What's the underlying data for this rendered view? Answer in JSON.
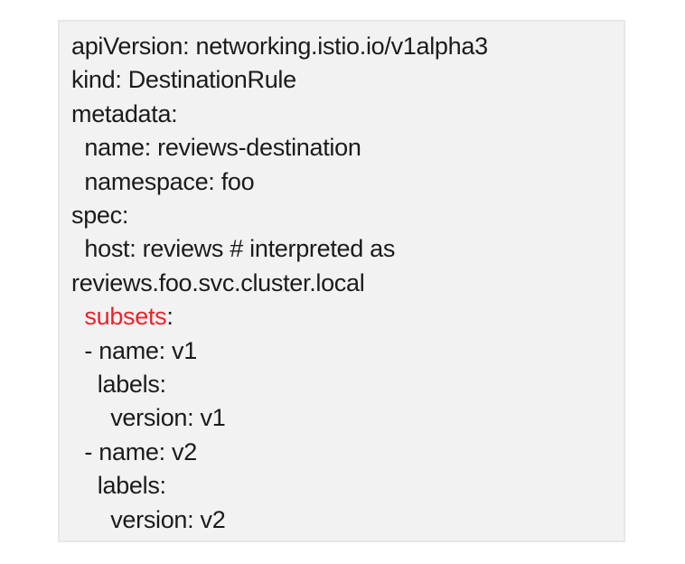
{
  "page": {
    "background": "#ffffff"
  },
  "code_box": {
    "language": "yaml",
    "background": "#f2f2f2",
    "border_color": "#e7e7e7",
    "text_color": "#1b1b1b",
    "highlight_color": "#e8242b",
    "lines": [
      {
        "segments": [
          {
            "text": "apiVersion: networking.istio.io/v1alpha3",
            "color": "default"
          }
        ]
      },
      {
        "segments": [
          {
            "text": "kind: DestinationRule",
            "color": "default"
          }
        ]
      },
      {
        "segments": [
          {
            "text": "metadata:",
            "color": "default"
          }
        ]
      },
      {
        "segments": [
          {
            "text": "  name: reviews-destination",
            "color": "default"
          }
        ]
      },
      {
        "segments": [
          {
            "text": "  namespace: foo",
            "color": "default"
          }
        ]
      },
      {
        "segments": [
          {
            "text": "spec:",
            "color": "default"
          }
        ]
      },
      {
        "segments": [
          {
            "text": "  host: reviews # interpreted as",
            "color": "default"
          }
        ]
      },
      {
        "segments": [
          {
            "text": "reviews.foo.svc.cluster.local",
            "color": "default"
          }
        ]
      },
      {
        "segments": [
          {
            "text": "  ",
            "color": "default"
          },
          {
            "text": "subsets",
            "color": "highlight"
          },
          {
            "text": ":",
            "color": "default"
          }
        ]
      },
      {
        "segments": [
          {
            "text": "  - name: v1",
            "color": "default"
          }
        ]
      },
      {
        "segments": [
          {
            "text": "    labels:",
            "color": "default"
          }
        ]
      },
      {
        "segments": [
          {
            "text": "      version: v1",
            "color": "default"
          }
        ]
      },
      {
        "segments": [
          {
            "text": "  - name: v2",
            "color": "default"
          }
        ]
      },
      {
        "segments": [
          {
            "text": "    labels:",
            "color": "default"
          }
        ]
      },
      {
        "segments": [
          {
            "text": "      version: v2",
            "color": "default"
          }
        ]
      }
    ]
  }
}
